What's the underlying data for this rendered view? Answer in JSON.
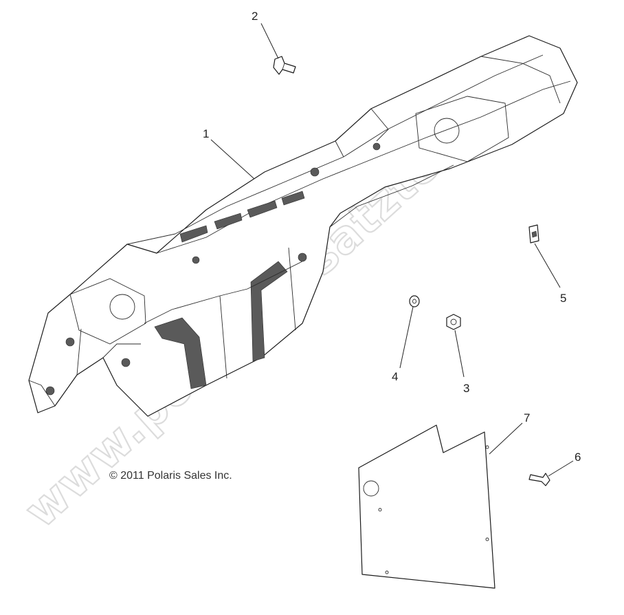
{
  "watermark": "www.polarisersatzteile.de",
  "copyright": "© 2011 Polaris Sales Inc.",
  "callouts": {
    "c1": "1",
    "c2": "2",
    "c3": "3",
    "c4": "4",
    "c5": "5",
    "c6": "6",
    "c7": "7"
  }
}
